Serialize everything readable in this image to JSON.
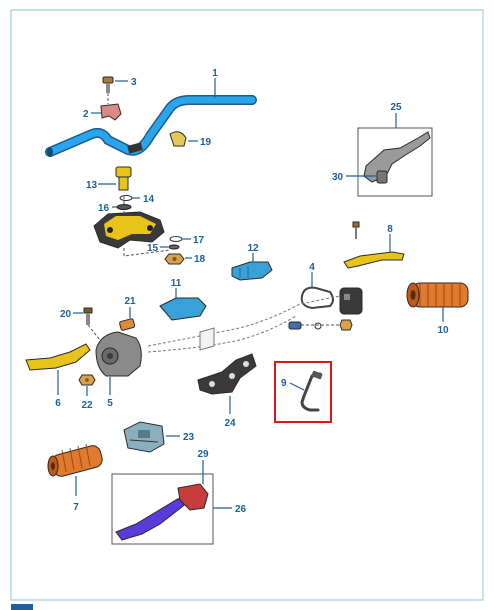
{
  "colors": {
    "frame": "#9fcfe0",
    "callout": "#1d5f9a",
    "handlebar": "#1a8fd8",
    "yellow": "#e8c41a",
    "orange": "#e07a2e",
    "grey": "#8a8a8a",
    "dark": "#3a3a3a",
    "purple": "#5a3ad8",
    "red": "#c93c3c",
    "highlight": "#e0161b"
  },
  "callouts": {
    "c1": "1",
    "c2": "2",
    "c3": "3",
    "c4": "4",
    "c5": "5",
    "c6": "6",
    "c7": "7",
    "c8": "8",
    "c9": "9",
    "c10": "10",
    "c11": "11",
    "c12": "12",
    "c13": "13",
    "c14": "14",
    "c15": "15",
    "c16": "16",
    "c17": "17",
    "c18": "18",
    "c19": "19",
    "c20": "20",
    "c21": "21",
    "c22": "22",
    "c23": "23",
    "c24": "24",
    "c25": "25",
    "c26": "26",
    "c29": "29",
    "c30": "30"
  },
  "highlighted_part": "9"
}
